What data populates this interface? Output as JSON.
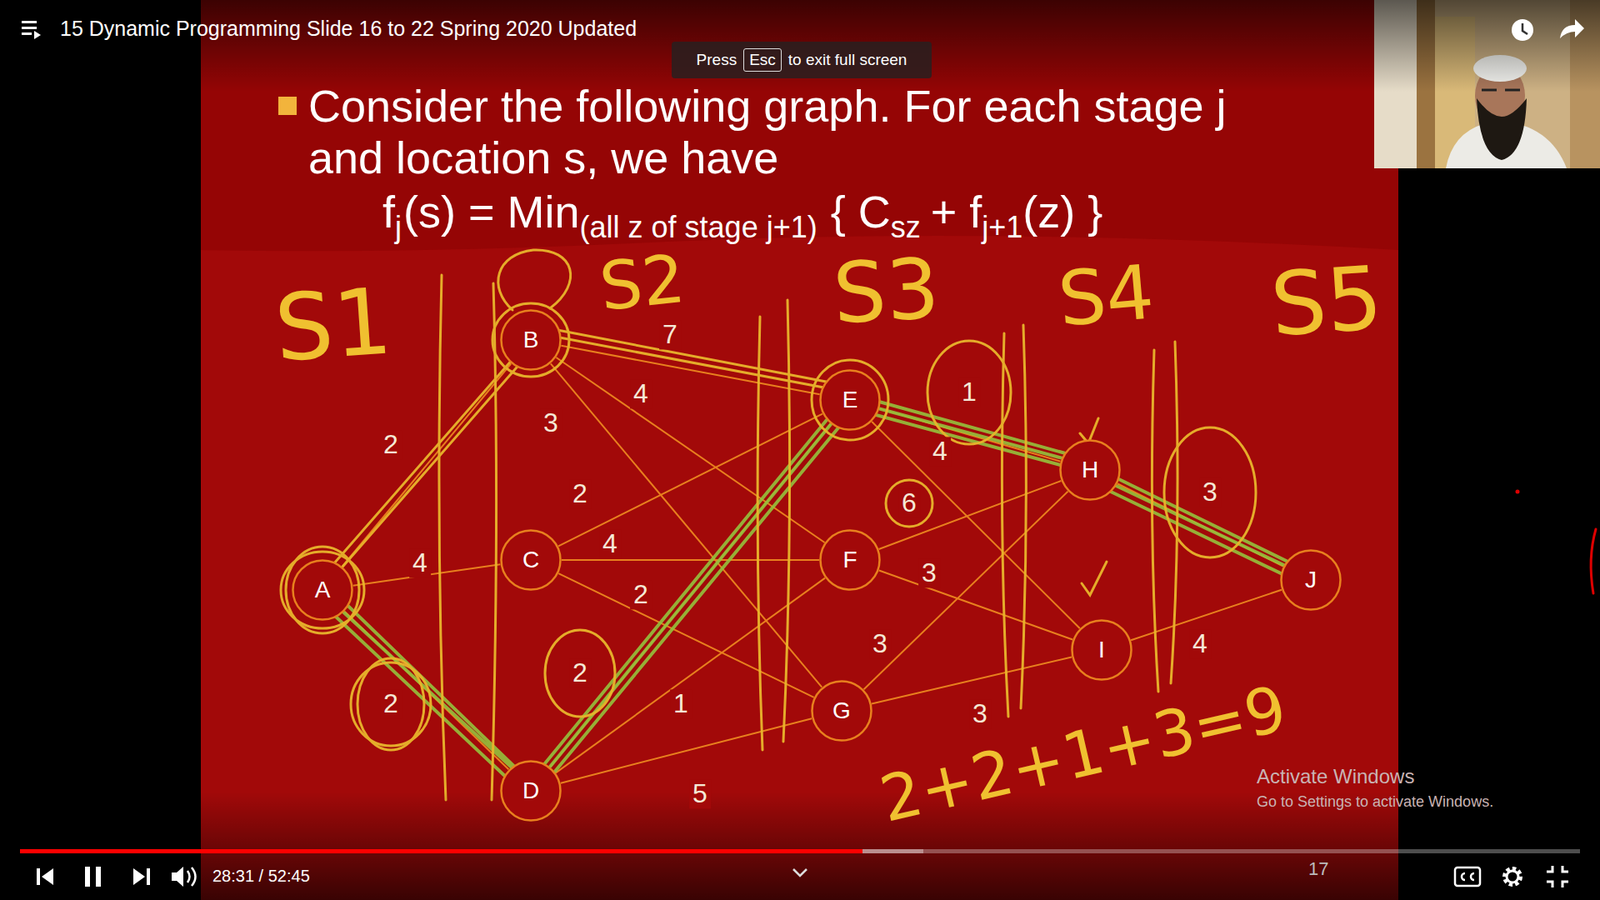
{
  "diagram": {
    "title": "Consider the following graph. For each stage j and location s, we have",
    "nodes": [
      {
        "text": [
          "A"
        ]
      },
      {
        "text": [
          "B"
        ]
      },
      {
        "text": [
          "C"
        ]
      },
      {
        "text": [
          "D"
        ]
      },
      {
        "text": [
          "E"
        ]
      },
      {
        "text": [
          "F"
        ]
      },
      {
        "text": [
          "G"
        ]
      },
      {
        "text": [
          "H"
        ]
      },
      {
        "text": [
          "I"
        ]
      },
      {
        "text": [
          "J"
        ]
      }
    ],
    "edges": [
      {
        "from": 0,
        "to": 1,
        "arrow": "none",
        "label": "2"
      },
      {
        "from": 0,
        "to": 2,
        "arrow": "none",
        "label": "4"
      },
      {
        "from": 0,
        "to": 3,
        "arrow": "none",
        "label": "2"
      },
      {
        "from": 1,
        "to": 4,
        "arrow": "none",
        "label": "7"
      },
      {
        "from": 1,
        "to": 5,
        "arrow": "none",
        "label": "4"
      },
      {
        "from": 1,
        "to": 6,
        "arrow": "none",
        "label": "3"
      },
      {
        "from": 2,
        "to": 4,
        "arrow": "none",
        "label": "2"
      },
      {
        "from": 2,
        "to": 5,
        "arrow": "none",
        "label": "4"
      },
      {
        "from": 2,
        "to": 6,
        "arrow": "none",
        "label": "2"
      },
      {
        "from": 3,
        "to": 4,
        "arrow": "none",
        "label": "2"
      },
      {
        "from": 3,
        "to": 5,
        "arrow": "none",
        "label": "1"
      },
      {
        "from": 3,
        "to": 6,
        "arrow": "none",
        "label": "5"
      },
      {
        "from": 4,
        "to": 7,
        "arrow": "none",
        "label": "1"
      },
      {
        "from": 4,
        "to": 8,
        "arrow": "none",
        "label": "4"
      },
      {
        "from": 5,
        "to": 7,
        "arrow": "none",
        "label": "6"
      },
      {
        "from": 5,
        "to": 8,
        "arrow": "none",
        "label": "3"
      },
      {
        "from": 6,
        "to": 7,
        "arrow": "none",
        "label": "3"
      },
      {
        "from": 6,
        "to": 8,
        "arrow": "none",
        "label": "3"
      },
      {
        "from": 7,
        "to": 9,
        "arrow": "none",
        "label": "3"
      },
      {
        "from": 8,
        "to": 9,
        "arrow": "none",
        "label": "4"
      }
    ],
    "labels": [
      "15 Dynamic Programming Slide 16 to 22 Spring 2020 Updated",
      "Press",
      "Esc",
      "to exit full screen",
      "f",
      "j",
      "(s) = Min",
      "(all z of stage j+1)",
      "{ C",
      "sz",
      "+ f",
      "j+1",
      "(z) }",
      "S1",
      "S2",
      "S3",
      "S4",
      "S5",
      "2+2+1+3=9",
      "Activate Windows",
      "Go to Settings to activate Windows.",
      "17",
      "28:31 / 52:45"
    ]
  }
}
